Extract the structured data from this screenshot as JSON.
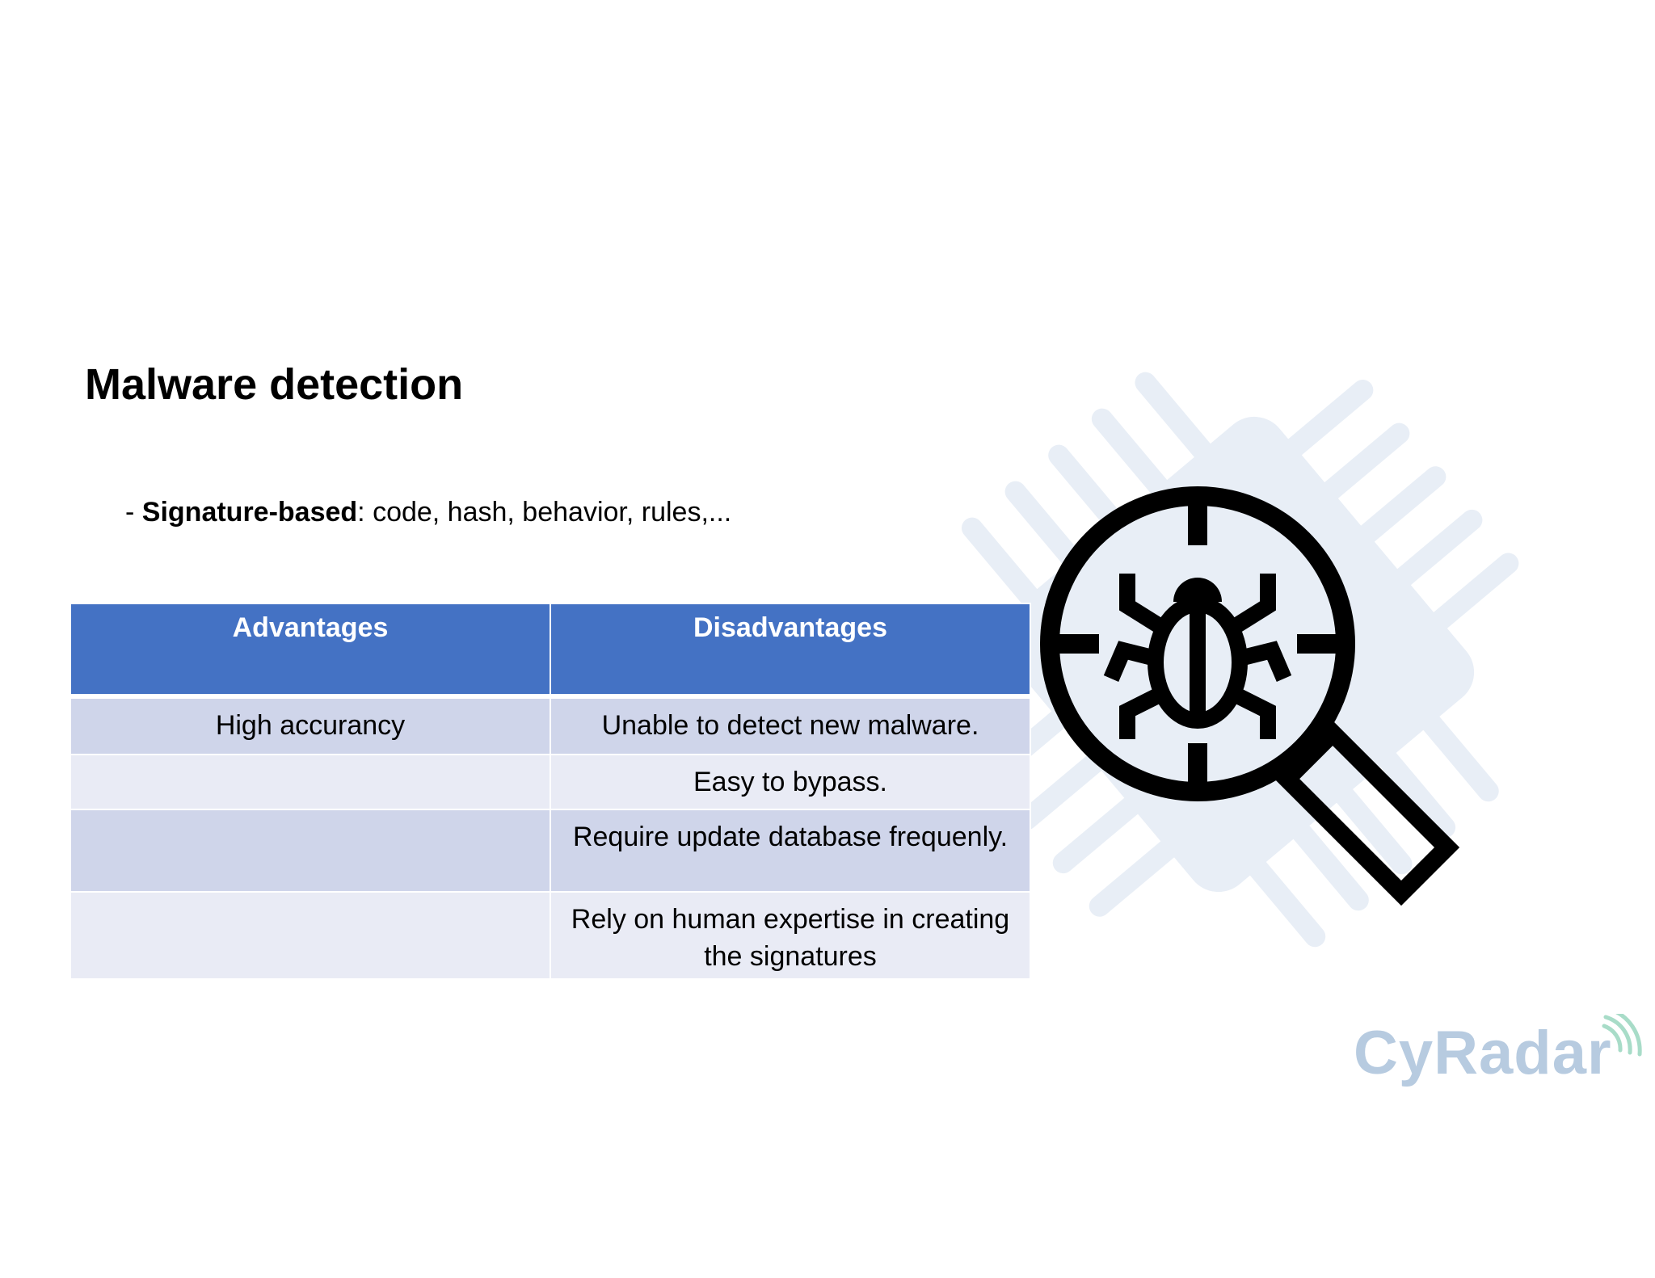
{
  "slide": {
    "title": "Malware detection",
    "bullet": {
      "prefix": "- ",
      "term": "Signature-based",
      "rest": ": code, hash, behavior, rules,..."
    }
  },
  "table": {
    "headers": [
      "Advantages",
      "Disadvantages"
    ],
    "rows": [
      [
        "High accurancy",
        "Unable to detect new malware."
      ],
      [
        "",
        "Easy to bypass."
      ],
      [
        "",
        "Require update database frequenly."
      ],
      [
        "",
        "Rely on human expertise in creating the signatures"
      ]
    ]
  },
  "logo": {
    "text": "CyRadar"
  },
  "icons": [
    "chip-background-icon",
    "bug-magnifier-icon",
    "signal-waves-icon"
  ],
  "colors": {
    "header": "#4472c4",
    "row_odd": "#cfd5ea",
    "row_even": "#e9ebf5",
    "logo": "#b7cbe0"
  }
}
